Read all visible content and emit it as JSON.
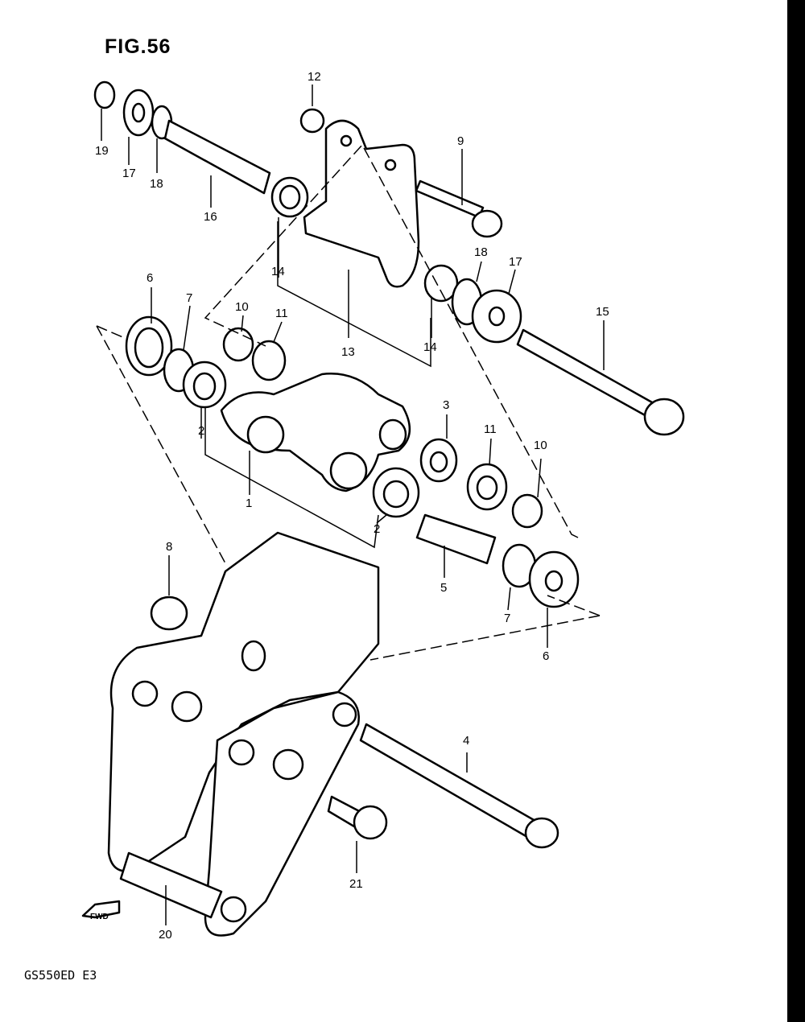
{
  "figure": {
    "title": "FIG.56",
    "model_code": "GS550ED E3"
  },
  "direction_label": "FWD",
  "part_callouts": [
    "19",
    "17",
    "18",
    "16",
    "12",
    "9",
    "14",
    "13",
    "14",
    "18",
    "17",
    "15",
    "6",
    "7",
    "10",
    "11",
    "2",
    "3",
    "11",
    "10",
    "1",
    "2",
    "5",
    "7",
    "6",
    "8",
    "4",
    "21",
    "20"
  ]
}
